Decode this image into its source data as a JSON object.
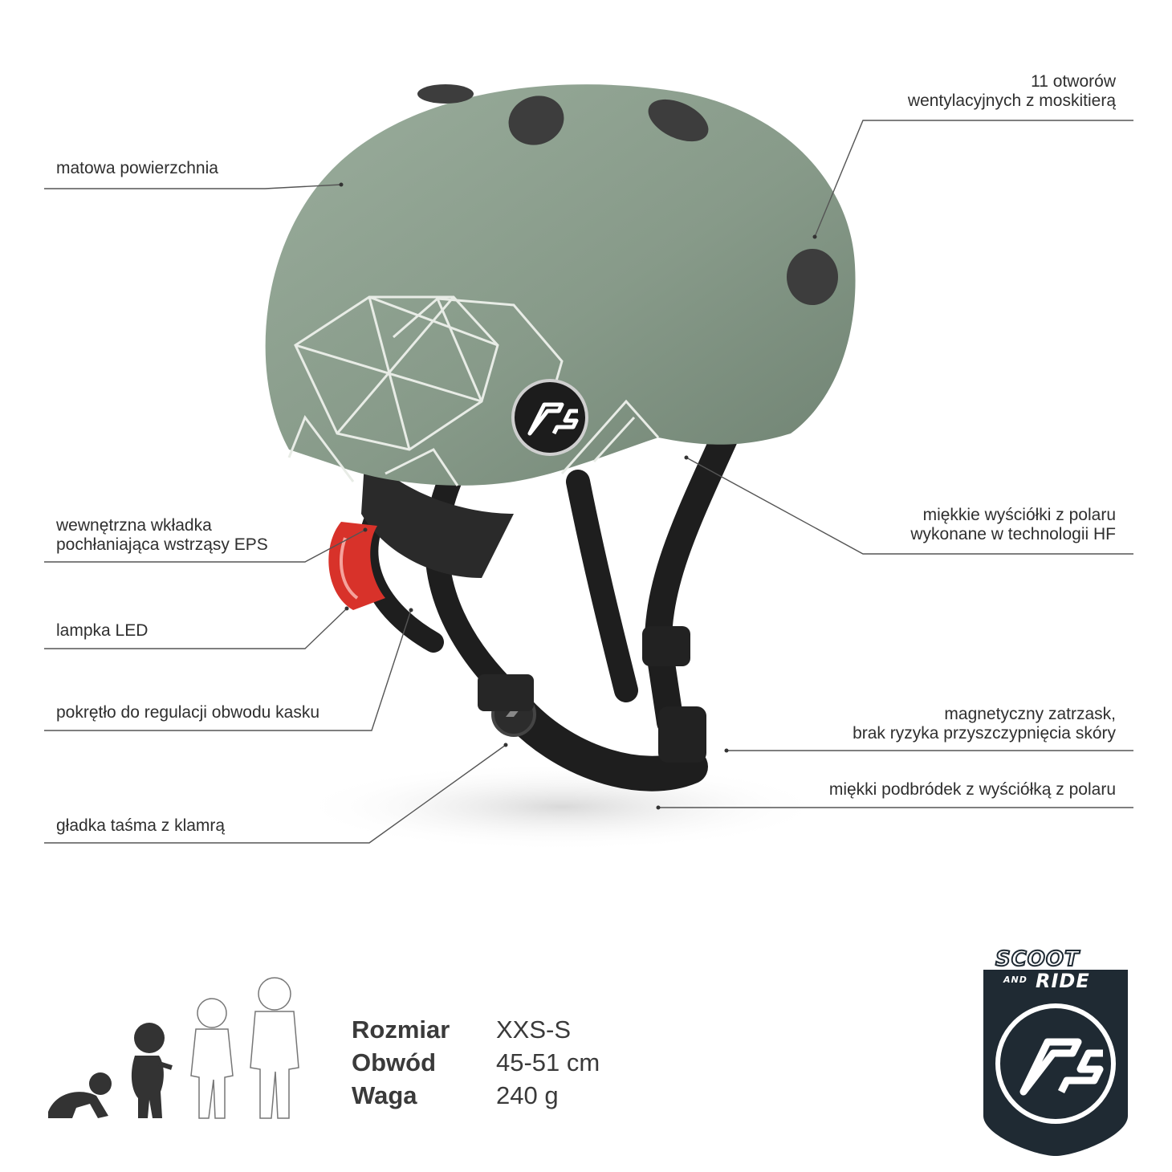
{
  "callouts": {
    "matte_surface": "matowa powierzchnia",
    "vents": [
      "11 otworów",
      "wentylacyjnych z moskitierą"
    ],
    "padding": [
      "miękkie wyściółki z polaru",
      "wykonane w technologii HF"
    ],
    "eps_liner": [
      "wewnętrzna wkładka",
      "pochłaniająca wstrząsy EPS"
    ],
    "led_light": "lampka LED",
    "dial": "pokrętło do regulacji obwodu kasku",
    "magnetic_buckle": [
      "magnetyczny zatrzask,",
      "brak  ryzyka przyszczypnięcia skóry"
    ],
    "chin_pad": "miękki podbródek z wyściółką z polaru",
    "strap": "gładka taśma z klamrą"
  },
  "specs": [
    {
      "key": "Rozmiar",
      "value": "XXS-S"
    },
    {
      "key": "Obwód",
      "value": "45-51 cm"
    },
    {
      "key": "Waga",
      "value": "240 g"
    }
  ],
  "logo": {
    "line1": "SCOOT",
    "small": "AND",
    "line2": "RIDE"
  },
  "colors": {
    "helmet": "#8a9c8c",
    "helmet_dark": "#6f8272",
    "strap": "#1e1e1e",
    "led": "#d8322a",
    "logo_bg": "#1f2a33",
    "text": "#2f2f2f",
    "leader_line": "#555555"
  },
  "icons": [
    "crawling-baby-icon",
    "toddler-icon",
    "child-outline-icon",
    "older-child-outline-icon"
  ]
}
